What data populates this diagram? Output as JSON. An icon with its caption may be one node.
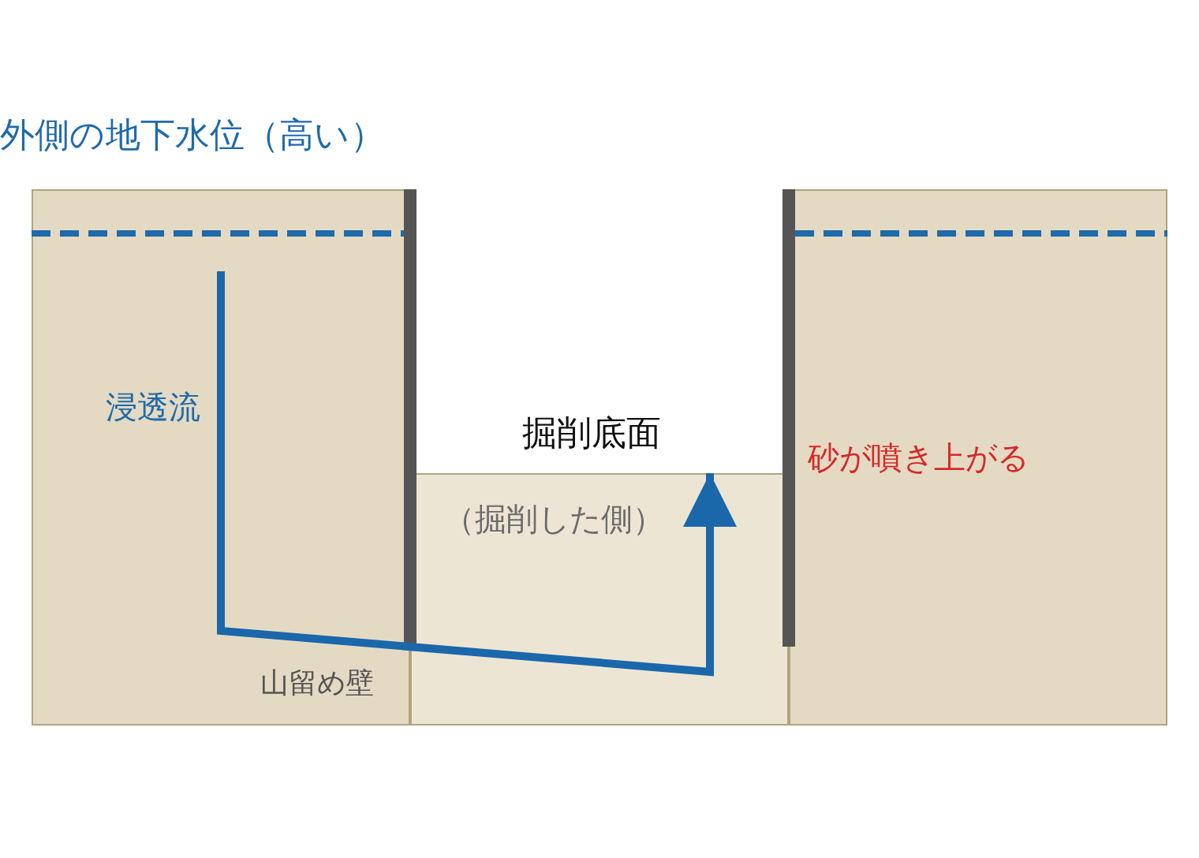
{
  "diagram": {
    "nodes": [
      {
        "text": [
          "浸透流"
        ]
      },
      {
        "text": [
          "（掘削した側）"
        ],
        "beside": [
          "掘削底面"
        ]
      },
      {
        "text": [],
        "shape": "box"
      }
    ],
    "edges": [
      {
        "from": 0,
        "to": 1,
        "arrow": "to"
      }
    ],
    "labels": [
      "外側の地下水位（高い）",
      "砂が噴き上がる",
      "山留め壁"
    ]
  }
}
